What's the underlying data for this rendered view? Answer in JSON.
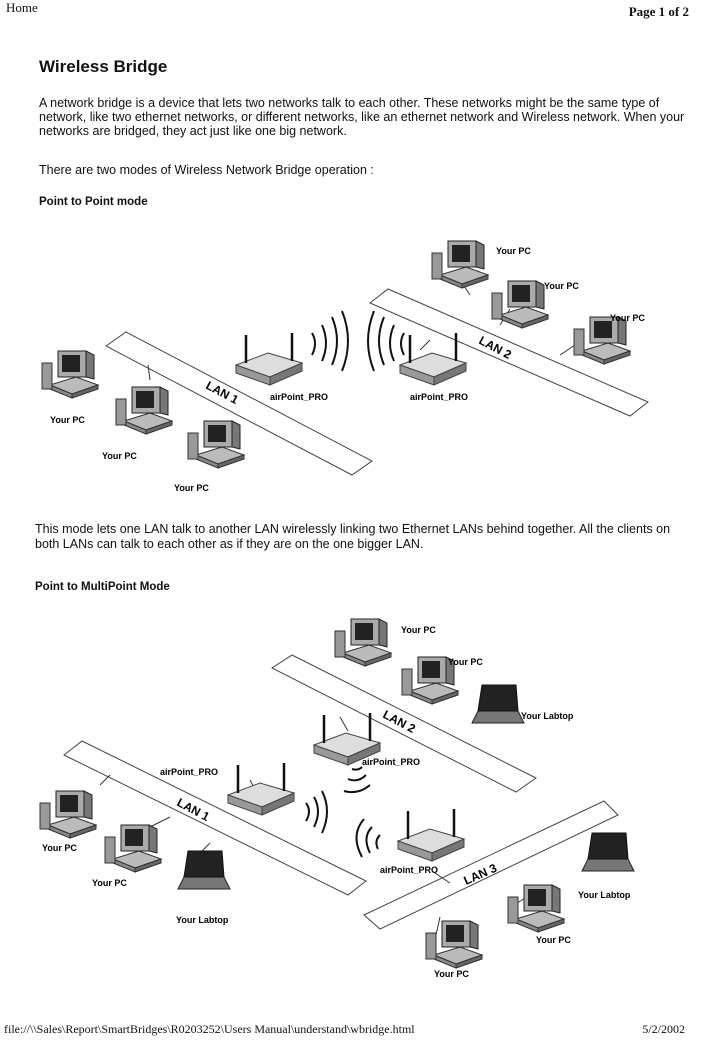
{
  "header": {
    "home": "Home",
    "page": "Page 1 of 2"
  },
  "title": "Wireless Bridge",
  "intro": "A network bridge is a device that lets two networks talk to each other. These networks might be the same type of network, like two ethernet networks, or different networks, like an ethernet network and Wireless network. When your networks are bridged, they act just like one big network.",
  "modes_intro": "There are two modes of Wireless Network Bridge operation :",
  "section1": {
    "heading": "Point to Point mode",
    "diagram": {
      "pc": "Your PC",
      "ap": "airPoint_PRO",
      "lan1": "LAN 1",
      "lan2": "LAN 2"
    },
    "caption": "This mode lets one LAN talk to another LAN wirelessly linking two Ethernet LANs behind together. All the clients on both LANs can talk to each other as if they are on the one bigger LAN."
  },
  "section2": {
    "heading": "Point to MultiPoint Mode",
    "diagram": {
      "pc": "Your PC",
      "laptop": "Your Labtop",
      "ap": "airPoint_PRO",
      "lan1": "LAN 1",
      "lan2": "LAN 2",
      "lan3": "LAN 3"
    }
  },
  "footer": {
    "path": "file://\\\\Sales\\Report\\SmartBridges\\R0203252\\Users Manual\\understand\\wbridge.html",
    "date": "5/2/2002"
  }
}
